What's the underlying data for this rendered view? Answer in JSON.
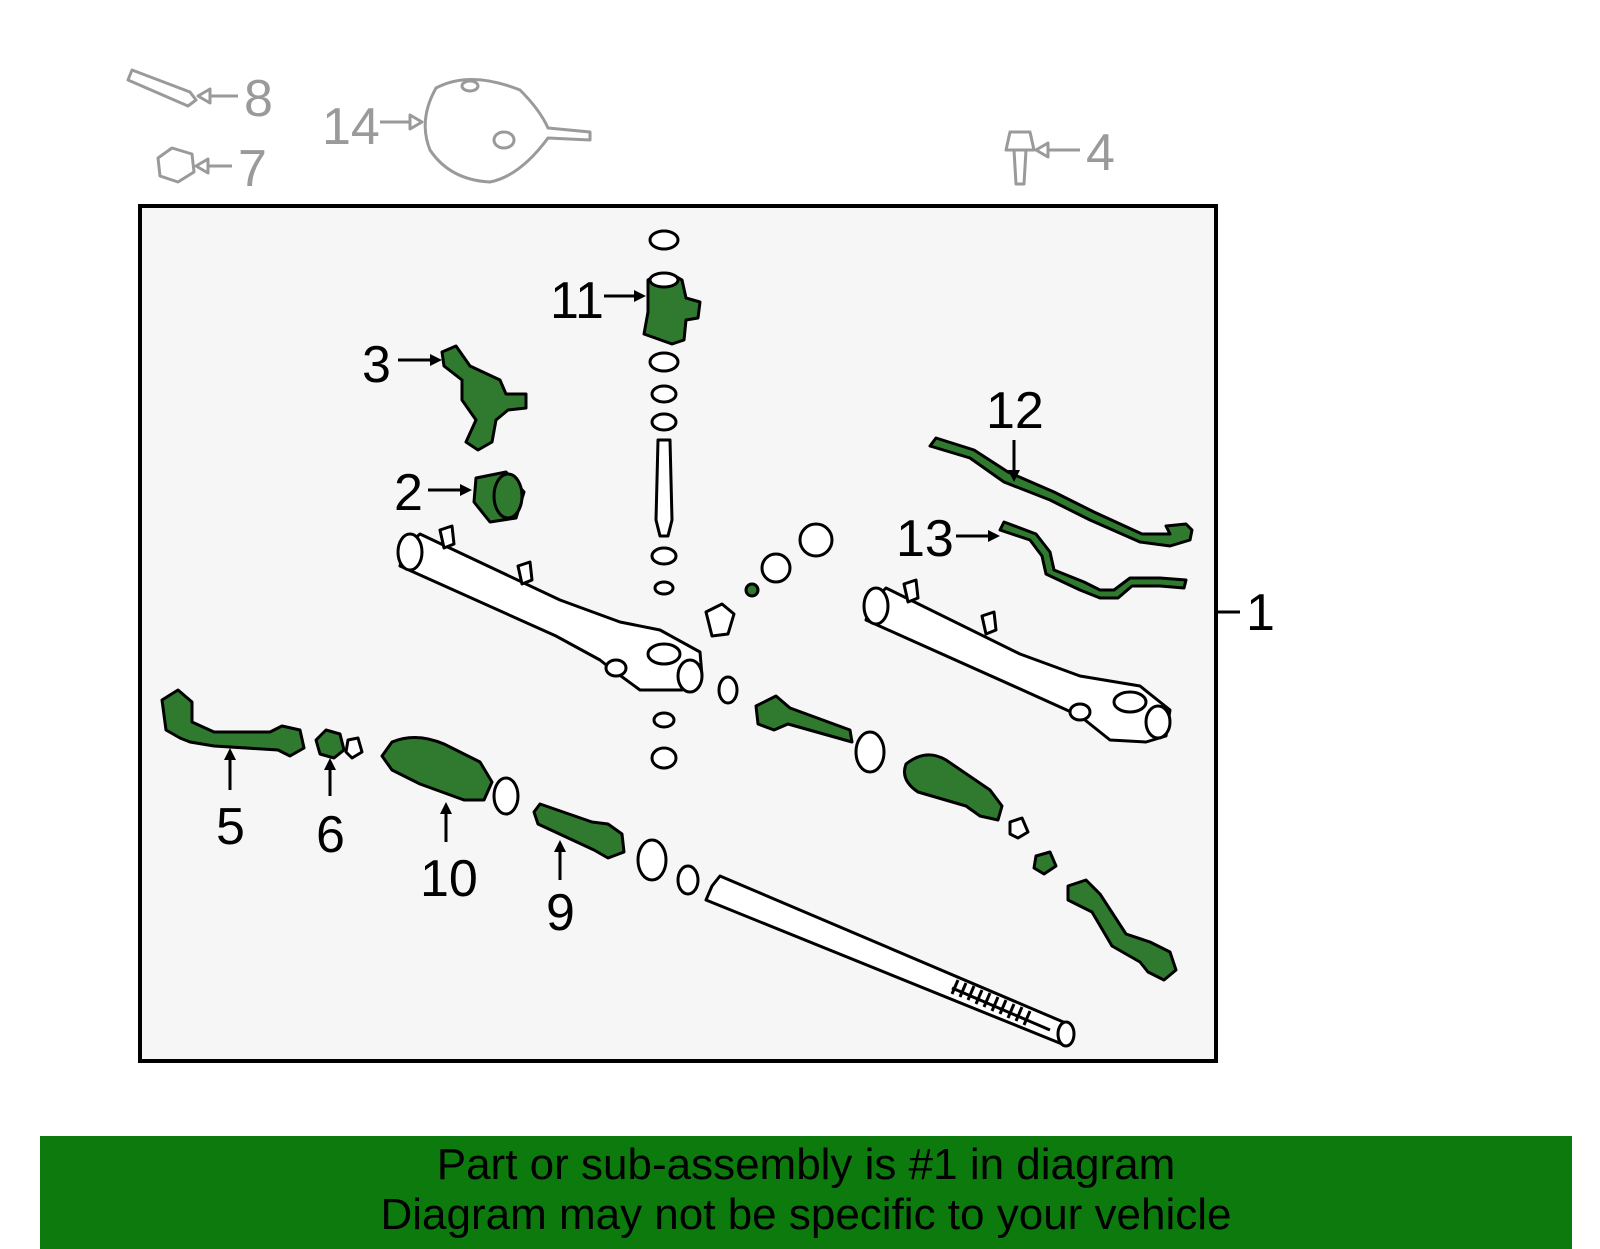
{
  "diagram": {
    "callouts_outside": [
      {
        "id": "8",
        "label": "8"
      },
      {
        "id": "7",
        "label": "7"
      },
      {
        "id": "14",
        "label": "14"
      },
      {
        "id": "4",
        "label": "4"
      }
    ],
    "callouts_inside": [
      {
        "id": "11",
        "label": "11"
      },
      {
        "id": "3",
        "label": "3"
      },
      {
        "id": "2",
        "label": "2"
      },
      {
        "id": "12",
        "label": "12"
      },
      {
        "id": "13",
        "label": "13"
      },
      {
        "id": "1",
        "label": "1"
      },
      {
        "id": "5",
        "label": "5"
      },
      {
        "id": "6",
        "label": "6"
      },
      {
        "id": "10",
        "label": "10"
      },
      {
        "id": "9",
        "label": "9"
      }
    ],
    "colors": {
      "highlight_part": "#2f7a2f",
      "banner_background": "#0c7a0c",
      "inactive_callout": "#9a9a9a",
      "frame_background": "#f6f6f6"
    }
  },
  "banner": {
    "line1": "Part or sub-assembly is #1 in diagram",
    "line2": "Diagram may not be specific to your vehicle"
  }
}
